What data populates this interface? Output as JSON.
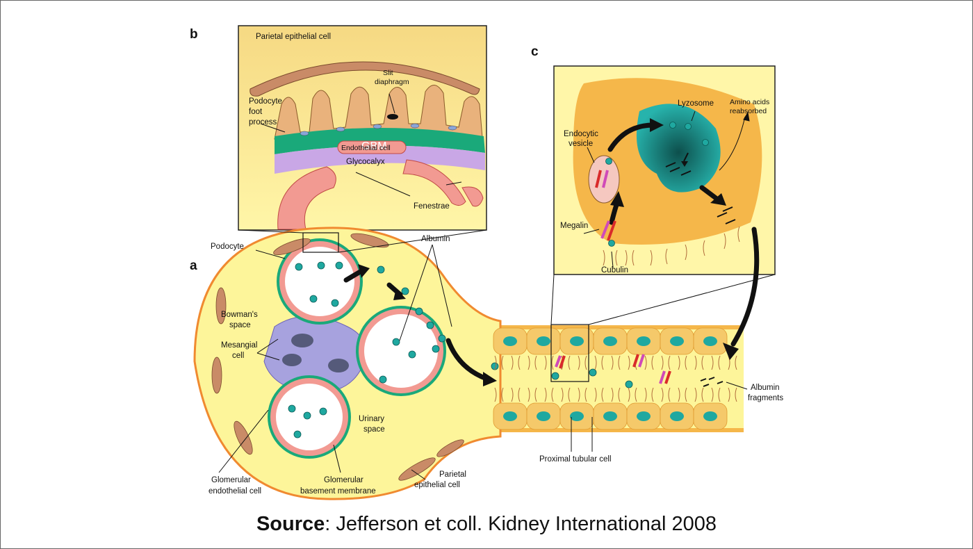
{
  "panels": {
    "a": "a",
    "b": "b",
    "c": "c"
  },
  "labels_b": {
    "parietal_epithelial_cell": "Parietal epithelial cell",
    "slit_diaphragm_1": "Slit",
    "slit_diaphragm_2": "diaphragm",
    "podocyte_1": "Podocyte",
    "podocyte_2": "foot",
    "podocyte_3": "process",
    "gbm": "GBM",
    "endothelial_cell": "Endothelial cell",
    "glycocalyx": "Glycocalyx",
    "fenestrae": "Fenestrae"
  },
  "labels_c": {
    "lyzosome": "Lyzosome",
    "amino_1": "Amino acids",
    "amino_2": "reabsorbed",
    "endocytic_1": "Endocytic",
    "endocytic_2": "vesicle",
    "megalin": "Megalin",
    "cubulin": "Cubulin"
  },
  "labels_a": {
    "podocyte": "Podocyte",
    "albumin": "Albumin",
    "bowman_1": "Bowman's",
    "bowman_2": "space",
    "mesangial_1": "Mesangial",
    "mesangial_2": "cell",
    "urinary_1": "Urinary",
    "urinary_2": "space",
    "parietal_1": "Parietal",
    "parietal_2": "epithelial cell",
    "glom_endo_1": "Glomerular",
    "glom_endo_2": "endothelial cell",
    "glom_bm_1": "Glomerular",
    "glom_bm_2": "basement membrane",
    "proximal": "Proximal tubular cell",
    "albumin_frag_1": "Albumin",
    "albumin_frag_2": "fragments"
  },
  "caption": {
    "bold": "Source",
    "rest": ": Jefferson et coll. Kidney International 2008"
  },
  "colors": {
    "yellow": "#fdf59a",
    "orange": "#f5b74a",
    "teal": "#1fa8a0",
    "gbm_green": "#1aa97a",
    "glycocalyx": "#c9a7e6",
    "endothelial_pink": "#f29a92",
    "mesangial_purple": "#a7a2de",
    "cell_tan": "#e7b67f"
  }
}
